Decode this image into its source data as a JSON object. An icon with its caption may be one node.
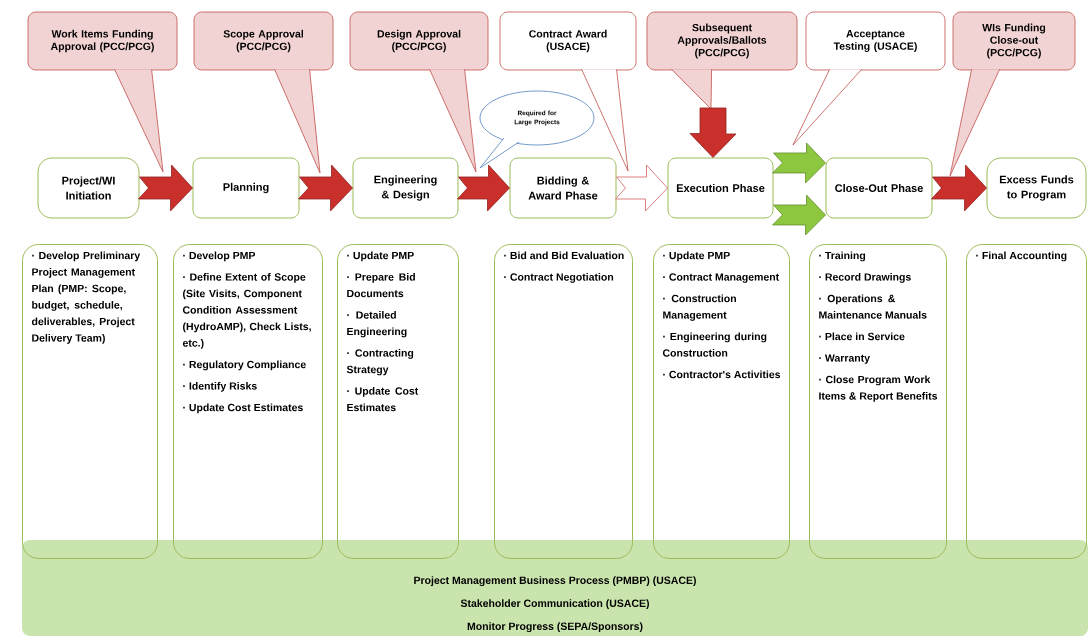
{
  "diagram": {
    "nodes": [
      {
        "text": [
          "Work Items Funding Approval (PCC/PCG)"
        ]
      },
      {
        "text": [
          "Scope Approval (PCC/PCG)"
        ]
      },
      {
        "text": [
          "Design Approval (PCC/PCG)"
        ]
      },
      {
        "text": [
          "Contract Award (USACE)"
        ]
      },
      {
        "text": [
          "Subsequent Approvals/Ballots (PCC/PCG)"
        ]
      },
      {
        "text": [
          "Acceptance Testing (USACE)"
        ]
      },
      {
        "text": [
          "WIs Funding Close-out (PCC/PCG)"
        ]
      },
      {
        "text": [
          "Required for Large Projects"
        ]
      },
      {
        "text": [
          "Project/WI Initiation"
        ]
      },
      {
        "text": [
          "Planning"
        ]
      },
      {
        "text": [
          "Engineering & Design"
        ]
      },
      {
        "text": [
          "Bidding & Award Phase"
        ]
      },
      {
        "text": [
          "Execution Phase"
        ]
      },
      {
        "text": [
          "Close-Out Phase"
        ]
      },
      {
        "text": [
          "Excess Funds to Program"
        ]
      },
      {
        "text": [
          "· Develop Preliminary Project Management Plan (PMP: Scope, budget, schedule, deliverables, Project Delivery Team)"
        ]
      },
      {
        "text": [
          "· Develop PMP",
          "· Define Extent of Scope (Site Visits, Component Condition Assessment (HydroAMP), Check Lists, etc.)",
          "· Regulatory Compliance",
          "· Identify Risks",
          "· Update Cost Estimates"
        ]
      },
      {
        "text": [
          "· Update PMP",
          "· Prepare Bid Documents",
          "· Detailed Engineering",
          "· Contracting Strategy",
          "· Update Cost Estimates"
        ]
      },
      {
        "text": [
          "· Bid and Bid Evaluation",
          "· Contract Negotiation"
        ]
      },
      {
        "text": [
          "· Update PMP",
          "· Contract Management",
          "· Construction Management",
          "· Engineering during Construction",
          "· Contractor's Activities"
        ]
      },
      {
        "text": [
          "· Training",
          "· Record Drawings",
          "· Operations & Maintenance Manuals",
          "· Place in Service",
          "· Warranty",
          "· Close Program Work Items & Report Benefits"
        ]
      },
      {
        "text": [
          "· Final Accounting"
        ]
      },
      {
        "text": [
          "Project Management Business Process (PMBP) (USACE)",
          "Stakeholder Communication (USACE)",
          "Monitor Progress (SEPA/Sponsors)"
        ]
      }
    ],
    "edges": [
      {
        "from": 8,
        "to": 9,
        "arrow": "to"
      },
      {
        "from": 9,
        "to": 10,
        "arrow": "to"
      },
      {
        "from": 10,
        "to": 11,
        "arrow": "to"
      },
      {
        "from": 11,
        "to": 12,
        "arrow": "to",
        "color": "#ffffff"
      },
      {
        "from": 12,
        "to": 13,
        "arrow": "to",
        "color": "#8dc63f"
      },
      {
        "from": 12,
        "to": 13,
        "arrow": "to",
        "color": "#8dc63f"
      },
      {
        "from": 13,
        "to": 14,
        "arrow": "to"
      },
      {
        "from": null,
        "to": 12,
        "arrow": "to"
      }
    ]
  }
}
